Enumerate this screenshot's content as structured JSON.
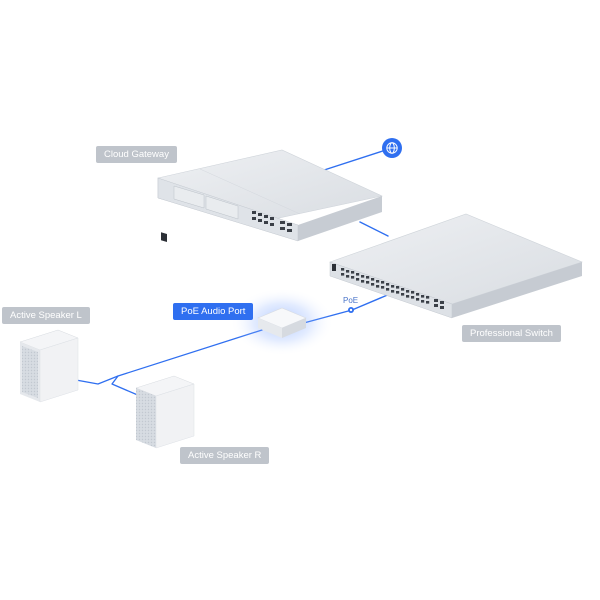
{
  "diagram": {
    "nodes": [
      {
        "id": "cloud-gateway",
        "label": "Cloud Gateway"
      },
      {
        "id": "professional-switch",
        "label": "Professional Switch"
      },
      {
        "id": "poe-audio-port",
        "label": "PoE Audio Port"
      },
      {
        "id": "active-speaker-l",
        "label": "Active Speaker L"
      },
      {
        "id": "active-speaker-r",
        "label": "Active Speaker R"
      },
      {
        "id": "internet",
        "icon": "globe-icon"
      }
    ],
    "edges": [
      {
        "from": "cloud-gateway",
        "to": "internet"
      },
      {
        "from": "cloud-gateway",
        "to": "professional-switch"
      },
      {
        "from": "professional-switch",
        "to": "poe-audio-port",
        "label": "PoE"
      },
      {
        "from": "poe-audio-port",
        "to": "active-speaker-l"
      },
      {
        "from": "poe-audio-port",
        "to": "active-speaker-r"
      }
    ],
    "colors": {
      "link": "#2f6ff0",
      "accent_label": "#2f6ff0",
      "label": "#bfc4cb",
      "device_metal": "#e4e7ec",
      "speaker_body": "#f1f2f4",
      "speaker_grille": "#d3d8de"
    }
  }
}
